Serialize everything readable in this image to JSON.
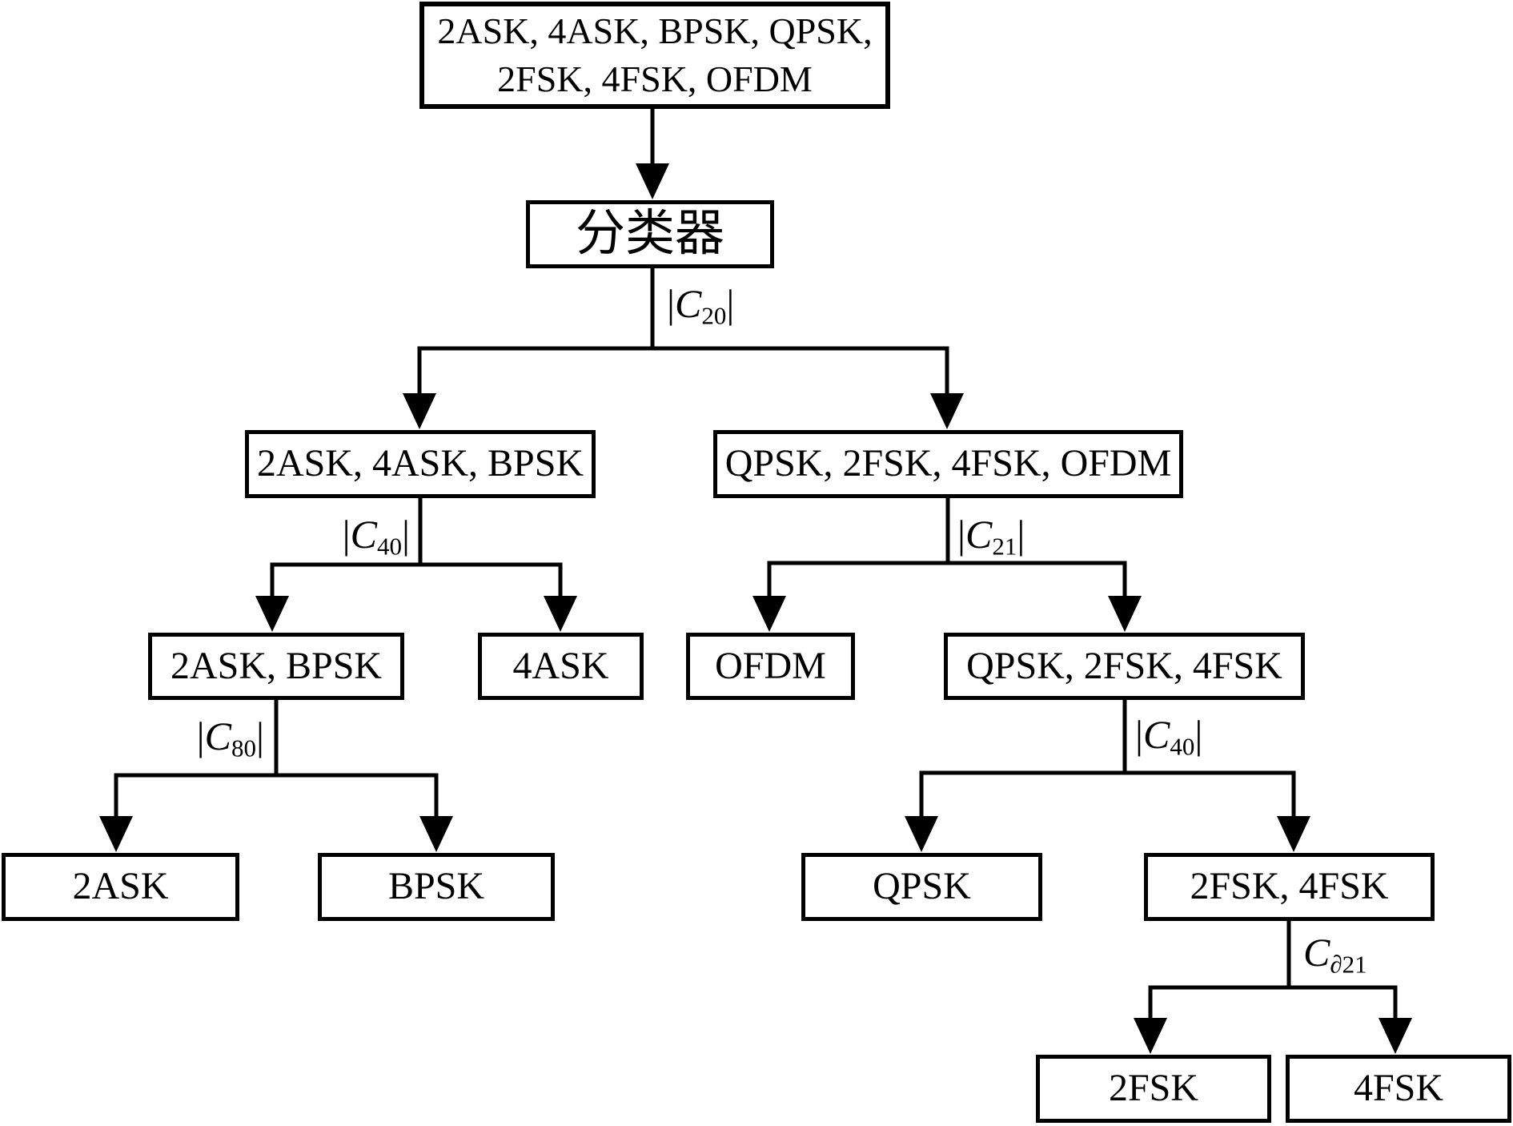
{
  "diagram": {
    "title_hint": "modulation classification decision tree",
    "colors": {
      "line": "#000000",
      "background": "#ffffff",
      "text": "#000000"
    },
    "nodes": {
      "root": {
        "line1": "2ASK, 4ASK, BPSK, QPSK,",
        "line2": "2FSK, 4FSK, OFDM"
      },
      "classifier": {
        "label": "分类器"
      },
      "l2_left": {
        "label": "2ASK, 4ASK, BPSK"
      },
      "l2_right": {
        "label": "QPSK, 2FSK, 4FSK, OFDM"
      },
      "l3_ask_bpsk": {
        "label": "2ASK, BPSK"
      },
      "l3_4ask": {
        "label": "4ASK"
      },
      "l3_ofdm": {
        "label": "OFDM"
      },
      "l3_qpsk_fsk": {
        "label": "QPSK, 2FSK, 4FSK"
      },
      "leaf_2ask": {
        "label": "2ASK"
      },
      "leaf_bpsk": {
        "label": "BPSK"
      },
      "leaf_qpsk": {
        "label": "QPSK"
      },
      "l4_fsk": {
        "label": "2FSK, 4FSK"
      },
      "leaf_2fsk": {
        "label": "2FSK"
      },
      "leaf_4fsk": {
        "label": "4FSK"
      }
    },
    "edge_labels": {
      "c20": {
        "open": "|",
        "sym": "C",
        "sub": "20",
        "close": "|"
      },
      "c40_left": {
        "open": "|",
        "sym": "C",
        "sub": "40",
        "close": "|"
      },
      "c80": {
        "open": "|",
        "sym": "C",
        "sub": "80",
        "close": "|"
      },
      "c21": {
        "open": "|",
        "sym": "C",
        "sub": "21",
        "close": "|"
      },
      "c40_right": {
        "open": "|",
        "sym": "C",
        "sub": "40",
        "close": "|"
      },
      "c_d21": {
        "open": "",
        "sym": "C",
        "sub": "∂21",
        "close": ""
      }
    }
  }
}
